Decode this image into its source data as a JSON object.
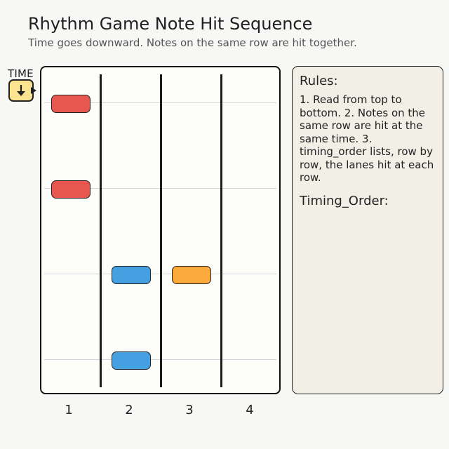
{
  "header": {
    "title": "Rhythm Game Note Hit Sequence",
    "subtitle": "Time goes downward. Notes on the same row are hit together."
  },
  "time_control": {
    "label": "TIME",
    "icon": "arrow-down-icon",
    "color": "#fbe490"
  },
  "board": {
    "lanes": [
      "1",
      "2",
      "3",
      "4"
    ],
    "rows": 4,
    "notes": [
      {
        "row": 1,
        "lane": 1,
        "color": "#e8574f"
      },
      {
        "row": 2,
        "lane": 1,
        "color": "#e8574f"
      },
      {
        "row": 3,
        "lane": 2,
        "color": "#45a0e1"
      },
      {
        "row": 3,
        "lane": 3,
        "color": "#fbab3c"
      },
      {
        "row": 4,
        "lane": 2,
        "color": "#45a0e1"
      }
    ]
  },
  "rules_panel": {
    "title": "Rules:",
    "text": "1. Read from top to bottom. 2. Notes on the same row are hit at the same time. 3. timing_order lists, row by row, the lanes hit at each row.",
    "timing_title": "Timing_Order:",
    "timing_values": ""
  }
}
